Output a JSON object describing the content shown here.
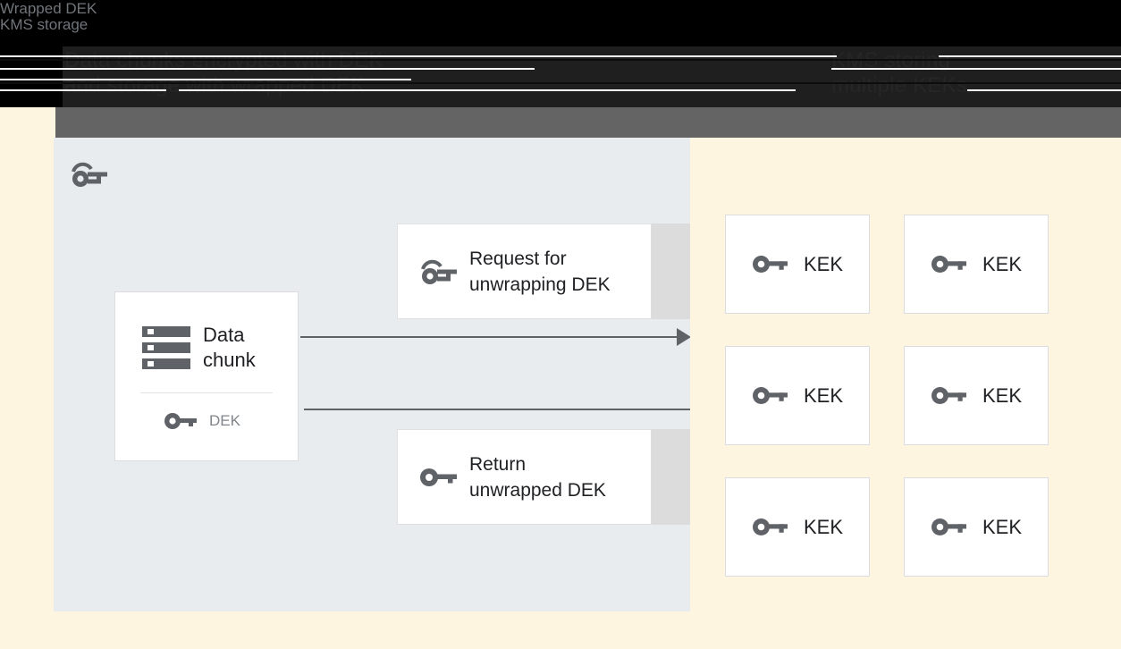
{
  "header": {
    "line_left_1": "Data chunks encrypted with DEK",
    "line_left_2": "and storage with wrapped DEK",
    "line_right_1": "KMS storing",
    "line_right_2": "multiple KEKs"
  },
  "left_panel": {
    "title": "Wrapped DEK",
    "title_icon": "wrapped-key-icon",
    "data_chunk_card": {
      "icon": "storage-stack-icon",
      "label": "Data\nchunk",
      "label_line1": "Data",
      "label_line2": "chunk",
      "key_icon": "key-icon",
      "key_label": "DEK"
    },
    "messages": [
      {
        "id": "request",
        "icon": "wrapped-key-icon",
        "text": "Request for\nunwrapping DEK",
        "direction": "right"
      },
      {
        "id": "return",
        "icon": "key-icon",
        "text": "Return\nunwrapped DEK",
        "direction": "left"
      }
    ],
    "arrows": [
      {
        "id": "request-arrow",
        "direction": "right"
      },
      {
        "id": "return-arrow",
        "direction": "left"
      }
    ]
  },
  "right_panel": {
    "title": "KMS storage",
    "kek_cards": [
      {
        "icon": "key-icon",
        "label": "KEK"
      },
      {
        "icon": "key-icon",
        "label": "KEK"
      },
      {
        "icon": "key-icon",
        "label": "KEK"
      },
      {
        "icon": "key-icon",
        "label": "KEK"
      },
      {
        "icon": "key-icon",
        "label": "KEK"
      },
      {
        "icon": "key-icon",
        "label": "KEK"
      }
    ]
  },
  "colors": {
    "left_panel_bg": "#e8ecef",
    "right_panel_bg": "#fdf5e0",
    "card_bg": "#ffffff",
    "card_border": "#dadce0",
    "icon_gray": "#5f6368",
    "title_gray": "#70757a",
    "text_dark": "#202124",
    "shadow_gray": "#dcdcdc",
    "header_black": "#000000",
    "header_dark": "#1f1f1f",
    "header_gray": "#646464"
  }
}
